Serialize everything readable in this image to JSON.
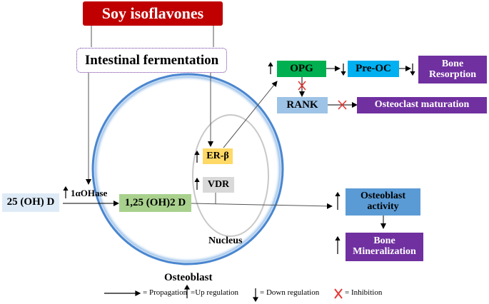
{
  "title": "Soy isoflavones",
  "fermentation": "Intestinal fermentation",
  "nodes": {
    "er_beta": "ER-β",
    "vdr": "VDR",
    "opg": "OPG",
    "pre_oc": "Pre-OC",
    "bone_resorption": "Bone Resorption",
    "rank": "RANK",
    "osteoclast_maturation": "Osteoclast maturation",
    "vitd_25": "25 (OH) D",
    "hydroxylase": "1αOHase",
    "vitd_125": "1,25 (OH)2 D",
    "osteoblast_activity": "Osteoblast activity",
    "bone_mineralization": "Bone Mineralization"
  },
  "labels": {
    "nucleus": "Nucleus",
    "osteoblast": "Osteoblast"
  },
  "legend": {
    "propagation": "= Propagation",
    "up": "=Up regulation",
    "down": "= Down regulation",
    "inhibition": "= Inhibition"
  },
  "colors": {
    "title_bg": "#c00000",
    "purple": "#7030a0",
    "green": "#00b050",
    "cyan": "#00b0f0",
    "light_blue": "#9dc3e6",
    "steel_blue": "#5b9bd5",
    "yellow": "#ffd966",
    "gray": "#d9d9d9",
    "pale_blue": "#deebf7",
    "light_green": "#a9d18e",
    "inhibit_red": "#e53935"
  }
}
